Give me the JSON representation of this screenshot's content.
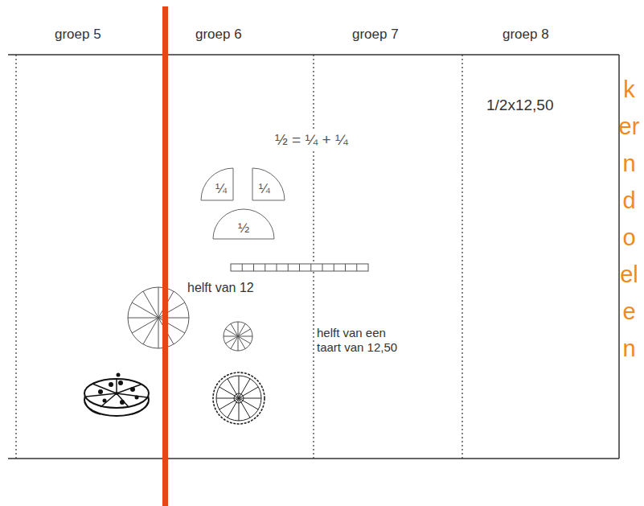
{
  "diagram": {
    "nodes": [
      {
        "text": [
          "¼"
        ]
      },
      {
        "text": [
          "¼"
        ]
      },
      {
        "text": [
          "½"
        ]
      }
    ],
    "labels": [
      "groep 5",
      "groep 6",
      "groep 7",
      "groep 8",
      "kerndoelen",
      "1/2x12,50",
      "½ = ¼ + ¼",
      "helft van 12",
      "helft van een taart van 12,50"
    ]
  }
}
